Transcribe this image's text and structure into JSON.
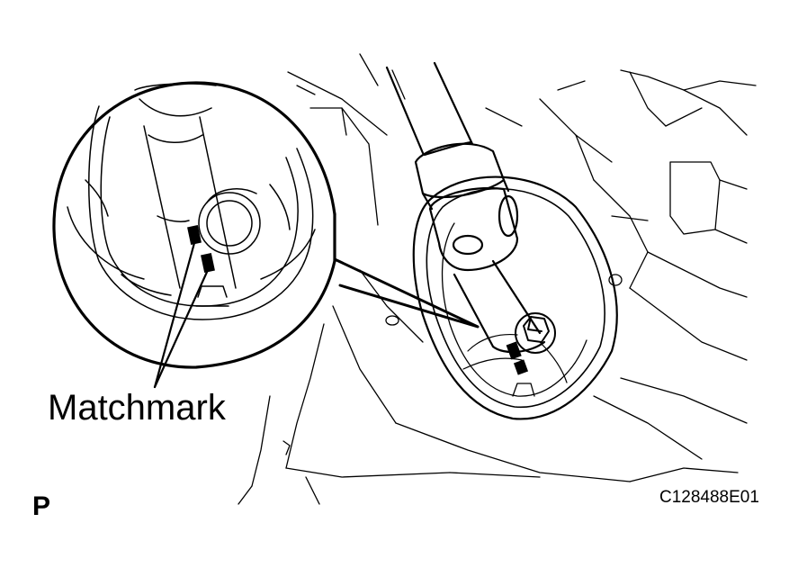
{
  "labels": {
    "callout": "Matchmark",
    "view": "P",
    "figure_code": "C128488E01"
  },
  "colors": {
    "line": "#000000",
    "background": "#ffffff"
  },
  "icons": {
    "matchmark_marker": "matchmark-icon",
    "bolt": "bolt-icon"
  }
}
